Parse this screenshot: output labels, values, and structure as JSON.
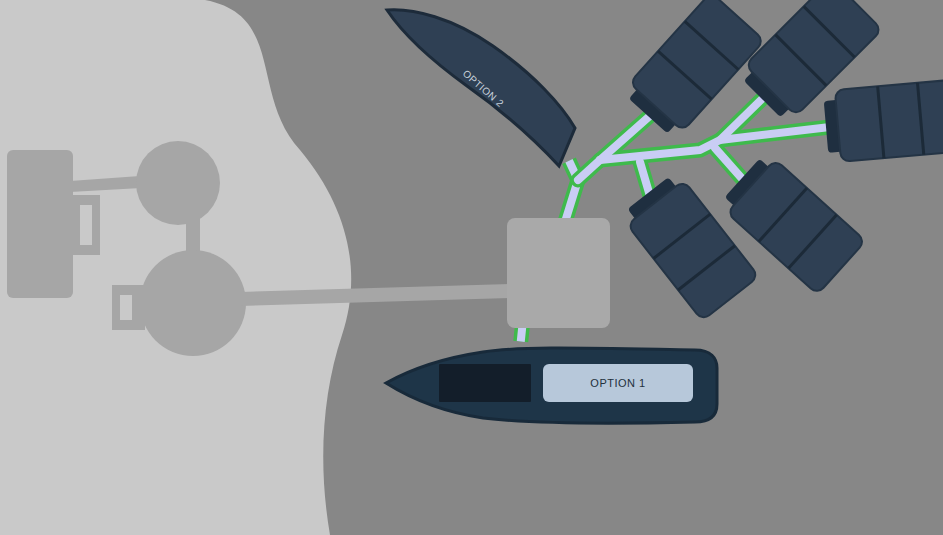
{
  "diagram": {
    "nodes": [
      {
        "text": [
          "OPTION 2"
        ]
      },
      {
        "text": [
          "OPTION 1"
        ]
      }
    ],
    "edges": [
      {
        "from": 1,
        "to": 0,
        "arrow": "none"
      }
    ]
  }
}
